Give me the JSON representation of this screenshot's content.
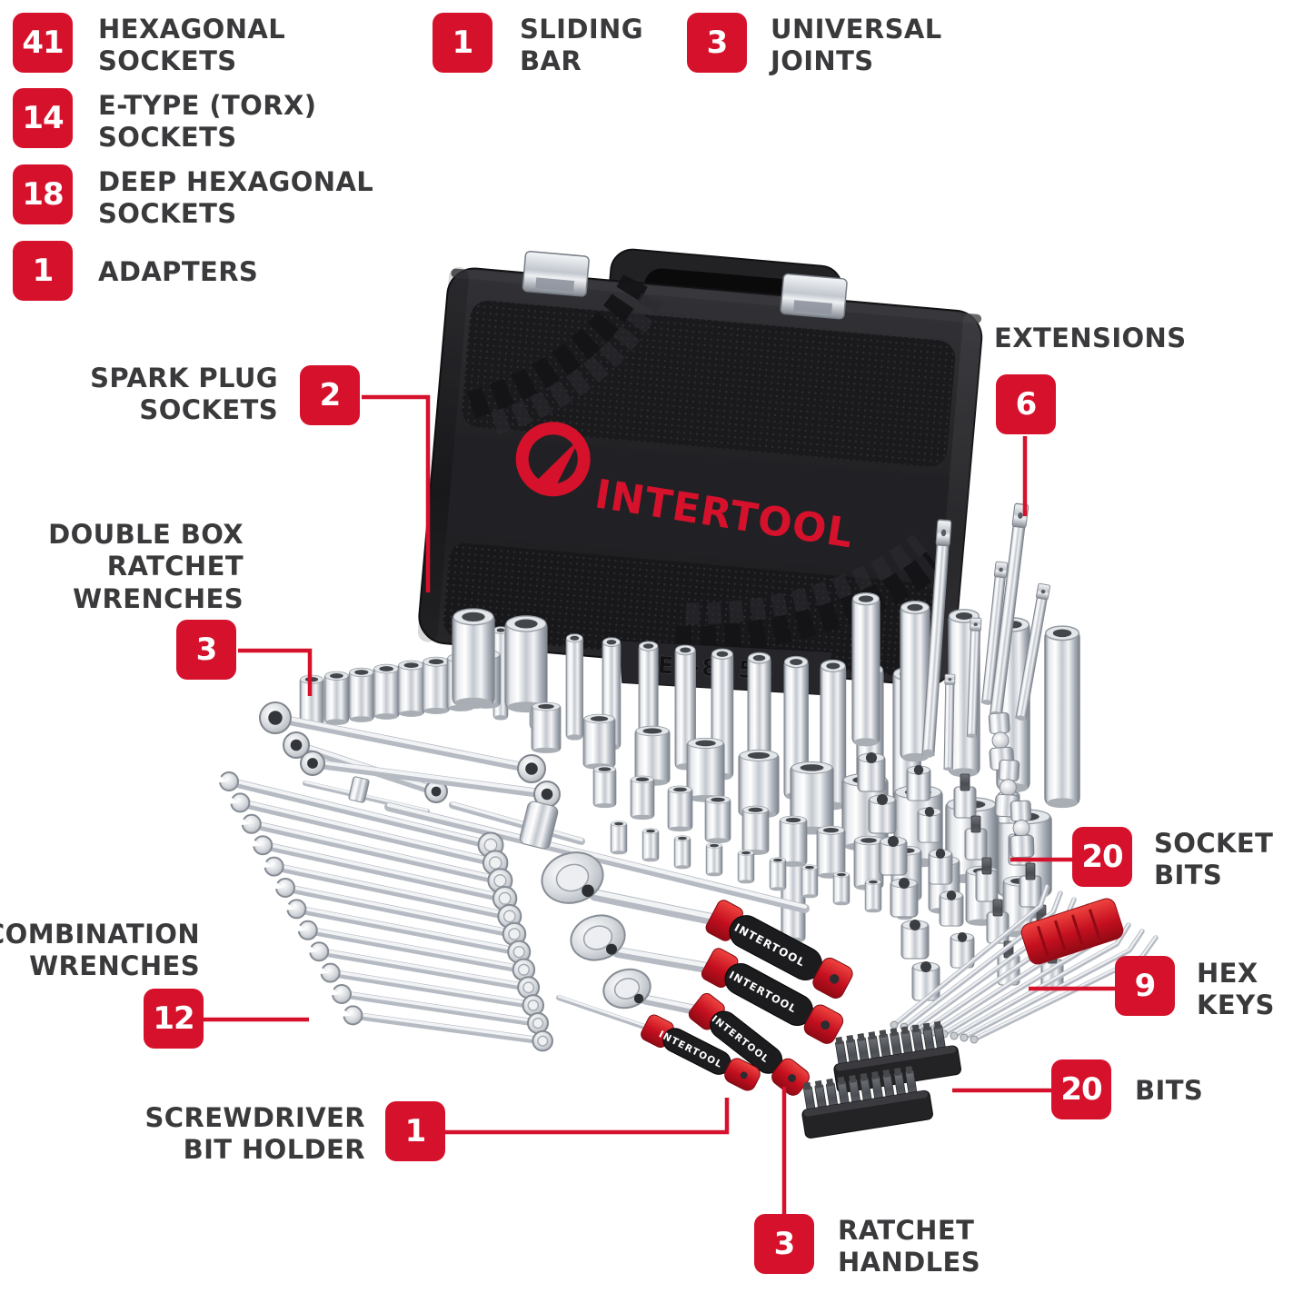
{
  "colors": {
    "accent_red": "#d6112b",
    "label_text": "#3a3a3c",
    "case_black": "#1e1e21"
  },
  "brand": {
    "logo_text": "INTERTOOL",
    "model_number": "ET-8156",
    "grip_text": "INTERTOOL"
  },
  "callouts": {
    "hexagonal_sockets": {
      "count": "41",
      "label": "HEXAGONAL SOCKETS"
    },
    "etype_torx_sockets": {
      "count": "14",
      "label": "E-TYPE (TORX) SOCKETS"
    },
    "deep_hexagonal_sockets": {
      "count": "18",
      "label": "DEEP HEXAGONAL SOCKETS"
    },
    "adapters": {
      "count": "1",
      "label": "ADAPTERS"
    },
    "sliding_bar": {
      "count": "1",
      "label": "SLIDING BAR"
    },
    "universal_joints": {
      "count": "3",
      "label": "UNIVERSAL JOINTS"
    },
    "spark_plug_sockets": {
      "count": "2",
      "label": "SPARK PLUG SOCKETS"
    },
    "double_box_ratchet_wrenches": {
      "count": "3",
      "label": "DOUBLE BOX RATCHET WRENCHES"
    },
    "extensions": {
      "count": "6",
      "label": "EXTENSIONS"
    },
    "socket_bits": {
      "count": "20",
      "label": "SOCKET BITS"
    },
    "combination_wrenches": {
      "count": "12",
      "label": "COMBINATION WRENCHES"
    },
    "hex_keys": {
      "count": "9",
      "label": "HEX KEYS"
    },
    "screwdriver_bit_holder": {
      "count": "1",
      "label": "SCREWDRIVER BIT HOLDER"
    },
    "bits": {
      "count": "20",
      "label": "BITS"
    },
    "ratchet_handles": {
      "count": "3",
      "label": "RATCHET HANDLES"
    }
  }
}
